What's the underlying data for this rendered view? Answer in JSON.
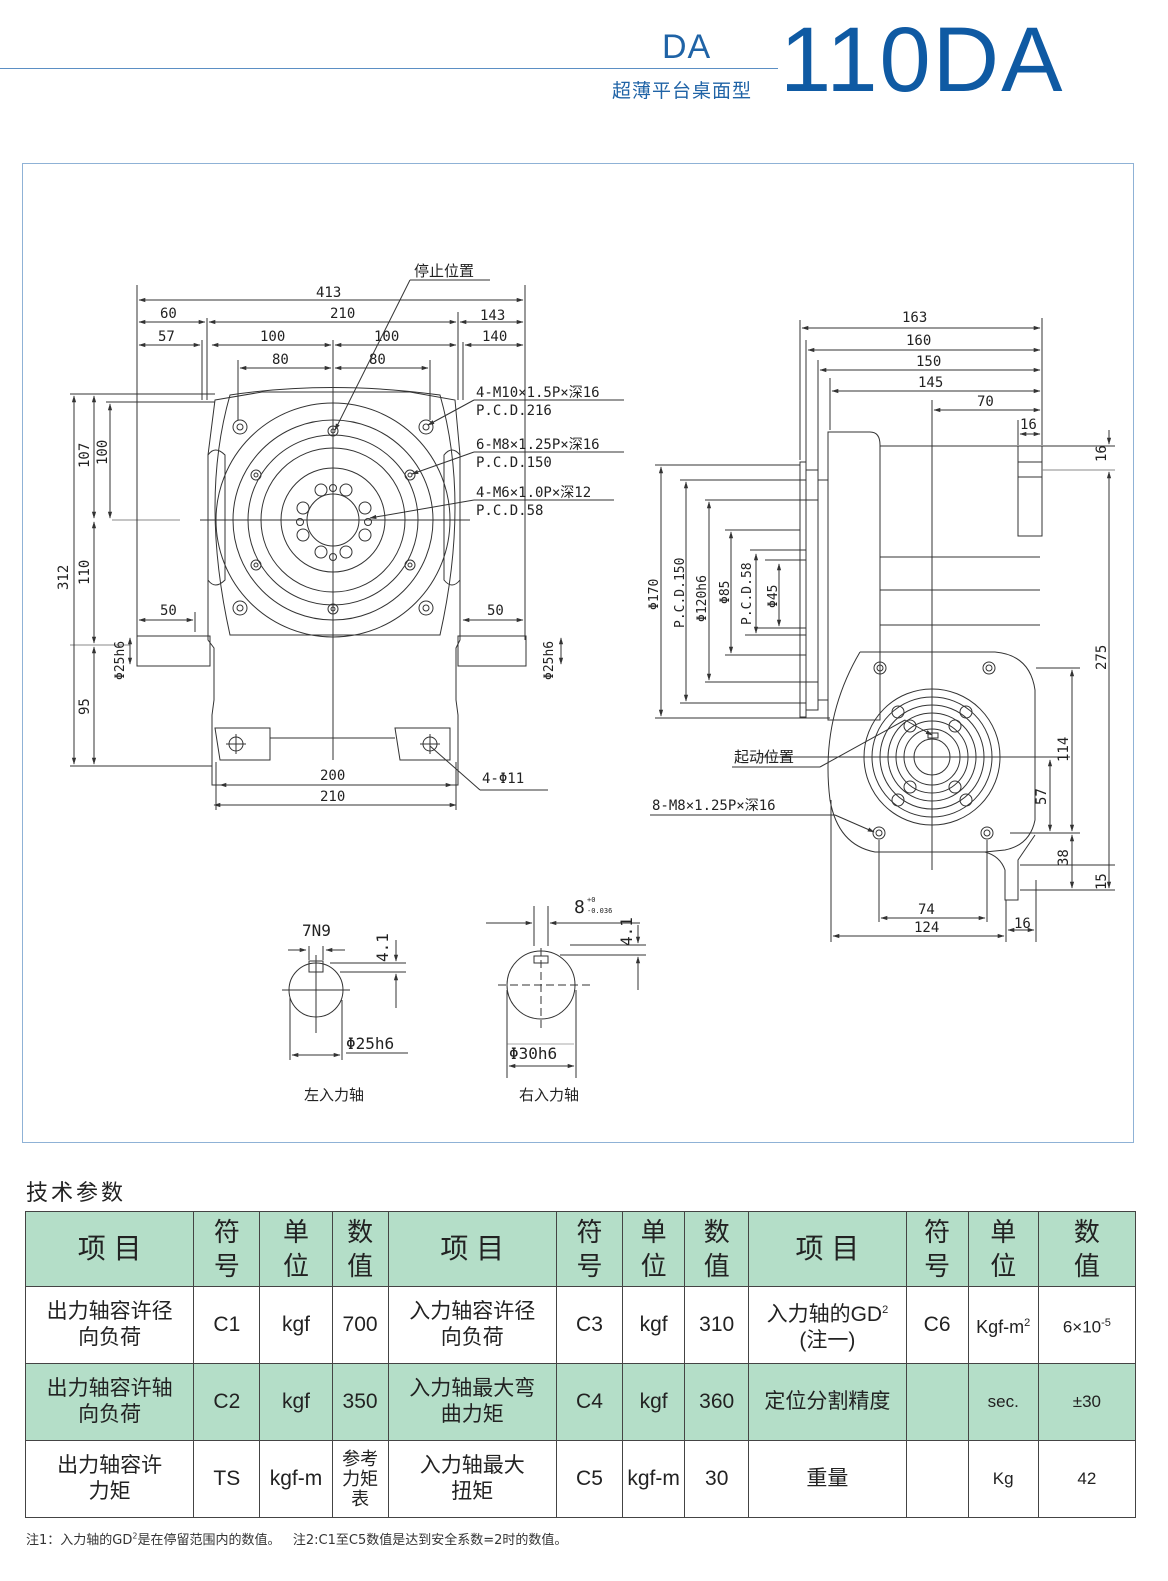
{
  "header": {
    "series": "DA",
    "subtitle": "超薄平台桌面型",
    "model": "110DA"
  },
  "colors": {
    "brand_blue": "#0f5aa3",
    "table_header_green": "#b4dec8",
    "frame_border": "#8fb2d6"
  },
  "drawing": {
    "front_view": {
      "stop_position_label": "停止位置",
      "dims_top": [
        "413",
        "60",
        "210",
        "143",
        "57",
        "100",
        "100",
        "140",
        "80",
        "80"
      ],
      "holes": [
        {
          "spec": "4-M10×1.5P×深16",
          "pcd": "P.C.D.216"
        },
        {
          "spec": "6-M8×1.25P×深16",
          "pcd": "P.C.D.150"
        },
        {
          "spec": "4-M6×1.0P×深12",
          "pcd": "P.C.D.58"
        }
      ],
      "dims_left": [
        "107",
        "100",
        "312",
        "110",
        "95"
      ],
      "shaft_left": "Φ25h6",
      "shaft_right": "Φ25h6",
      "shaft_len_left": "50",
      "shaft_len_right": "50",
      "dims_bottom": [
        "200",
        "210"
      ],
      "mount_holes": "4-Φ11"
    },
    "side_view": {
      "dims_top": [
        "163",
        "160",
        "150",
        "145",
        "70",
        "16"
      ],
      "dims_right": [
        "16",
        "275",
        "114",
        "57",
        "38",
        "15"
      ],
      "dims_left": [
        "Φ170",
        "P.C.D.150",
        "Φ120h6",
        "Φ85",
        "P.C.D.58",
        "Φ45"
      ],
      "start_position_label": "起动位置",
      "hole_spec": "8-M8×1.25P×深16",
      "dims_bottom": [
        "74",
        "124",
        "16"
      ]
    },
    "shaft_left_detail": {
      "key": "7N9",
      "depth": "4.1",
      "dia": "Φ25h6",
      "caption": "左入力轴"
    },
    "shaft_right_detail": {
      "key": "8",
      "tol_upper": "+0",
      "tol_lower": "-0.036",
      "depth": "4.1",
      "dia": "Φ30h6",
      "caption": "右入力轴"
    }
  },
  "section_title": "技术参数",
  "table": {
    "headers": {
      "item": "项 目",
      "symbol": "符\n号",
      "unit": "单\n位",
      "value": "数\n值"
    },
    "rows": [
      [
        {
          "item": "出力轴容许径\n向负荷",
          "symbol": "C1",
          "unit": "kgf",
          "value": "700"
        },
        {
          "item": "入力轴容许径\n向负荷",
          "symbol": "C3",
          "unit": "kgf",
          "value": "310"
        },
        {
          "item": "入力轴的GD",
          "item_sup": "2",
          "item2": "(注一)",
          "symbol": "C6",
          "unit": "Kgf-m",
          "unit_sup": "2",
          "value": "6×10",
          "value_sup": "-5"
        }
      ],
      [
        {
          "item": "出力轴容许轴\n向负荷",
          "symbol": "C2",
          "unit": "kgf",
          "value": "350"
        },
        {
          "item": "入力轴最大弯\n曲力矩",
          "symbol": "C4",
          "unit": "kgf",
          "value": "360"
        },
        {
          "item": "定位分割精度",
          "symbol": "",
          "unit": "sec.",
          "value": "±30"
        }
      ],
      [
        {
          "item": "出力轴容许\n力矩",
          "symbol": "TS",
          "unit": "kgf-m",
          "value": "参考\n力矩\n表"
        },
        {
          "item": "入力轴最大\n扭矩",
          "symbol": "C5",
          "unit": "kgf-m",
          "value": "30"
        },
        {
          "item": "重量",
          "symbol": "",
          "unit": "Kg",
          "value": "42"
        }
      ]
    ]
  },
  "notes": {
    "note1_a": "注1：入力轴的GD",
    "note1_sup": "2",
    "note1_b": "是在停留范围内的数值。",
    "note2": "注2:C1至C5数值是达到安全系数=2时的数值。"
  }
}
